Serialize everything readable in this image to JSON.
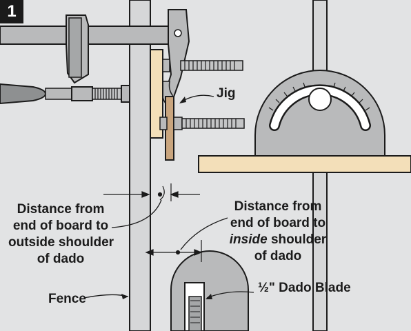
{
  "figure_number": "1",
  "labels": {
    "jig": "Jig",
    "outside_line1": "Distance from",
    "outside_line2": "end of board to",
    "outside_line3": "outside shoulder",
    "outside_line4": "of dado",
    "inside_line1": "Distance from",
    "inside_line2": "end of board to",
    "inside_line3_em": "inside",
    "inside_line3_rest": " shoulder",
    "inside_line4": "of dado",
    "fence": "Fence",
    "dado_blade": "½\" Dado Blade"
  },
  "colors": {
    "background": "#e2e3e4",
    "metal": "#b9babb",
    "metal_dark": "#8e9091",
    "wood_light": "#f3dfb9",
    "wood_dark": "#c9a57e",
    "outline": "#1b1b1b"
  }
}
